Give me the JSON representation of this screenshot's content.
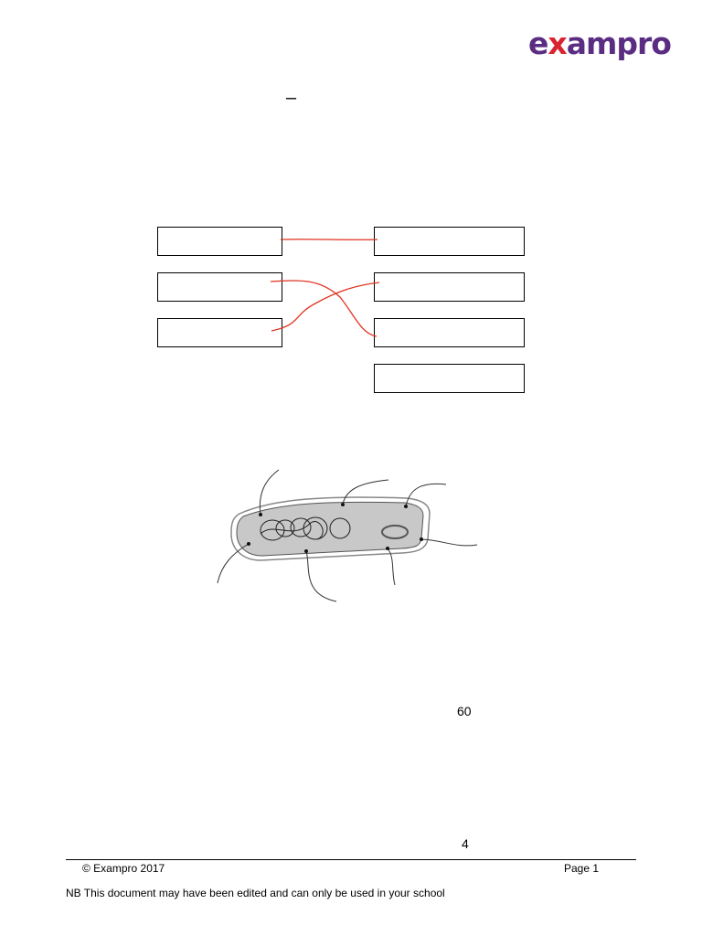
{
  "header": {
    "logo_prefix": "e",
    "logo_x": "x",
    "logo_suffix": "ampro",
    "dash": "–"
  },
  "colors": {
    "brand_purple": "#5a2d83",
    "brand_red": "#d9232e",
    "answer_line": "#e0321f",
    "cell_fill": "#c8c8c8"
  },
  "page_numbers": {
    "mark_60": "60",
    "mark_4": "4"
  },
  "footer": {
    "copyright": "© Exampro 2017",
    "page": "Page 1",
    "note": "NB This document may have been edited and can only be used in your school"
  }
}
